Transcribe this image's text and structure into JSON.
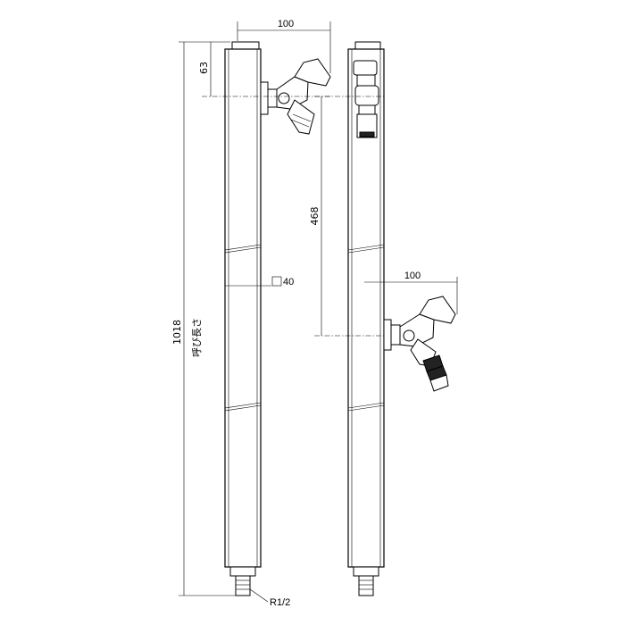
{
  "dimensions": {
    "left_spout_reach": "100",
    "top_offset": "63",
    "square_section": "40",
    "total_length": "1018",
    "nominal_length_label": "呼び長さ",
    "thread": "R1/2",
    "outlet_spacing": "468",
    "right_spout_reach": "100"
  },
  "colors": {
    "line": "#000000",
    "background": "#ffffff"
  },
  "icons": {
    "square_symbol": "square-section-icon"
  }
}
